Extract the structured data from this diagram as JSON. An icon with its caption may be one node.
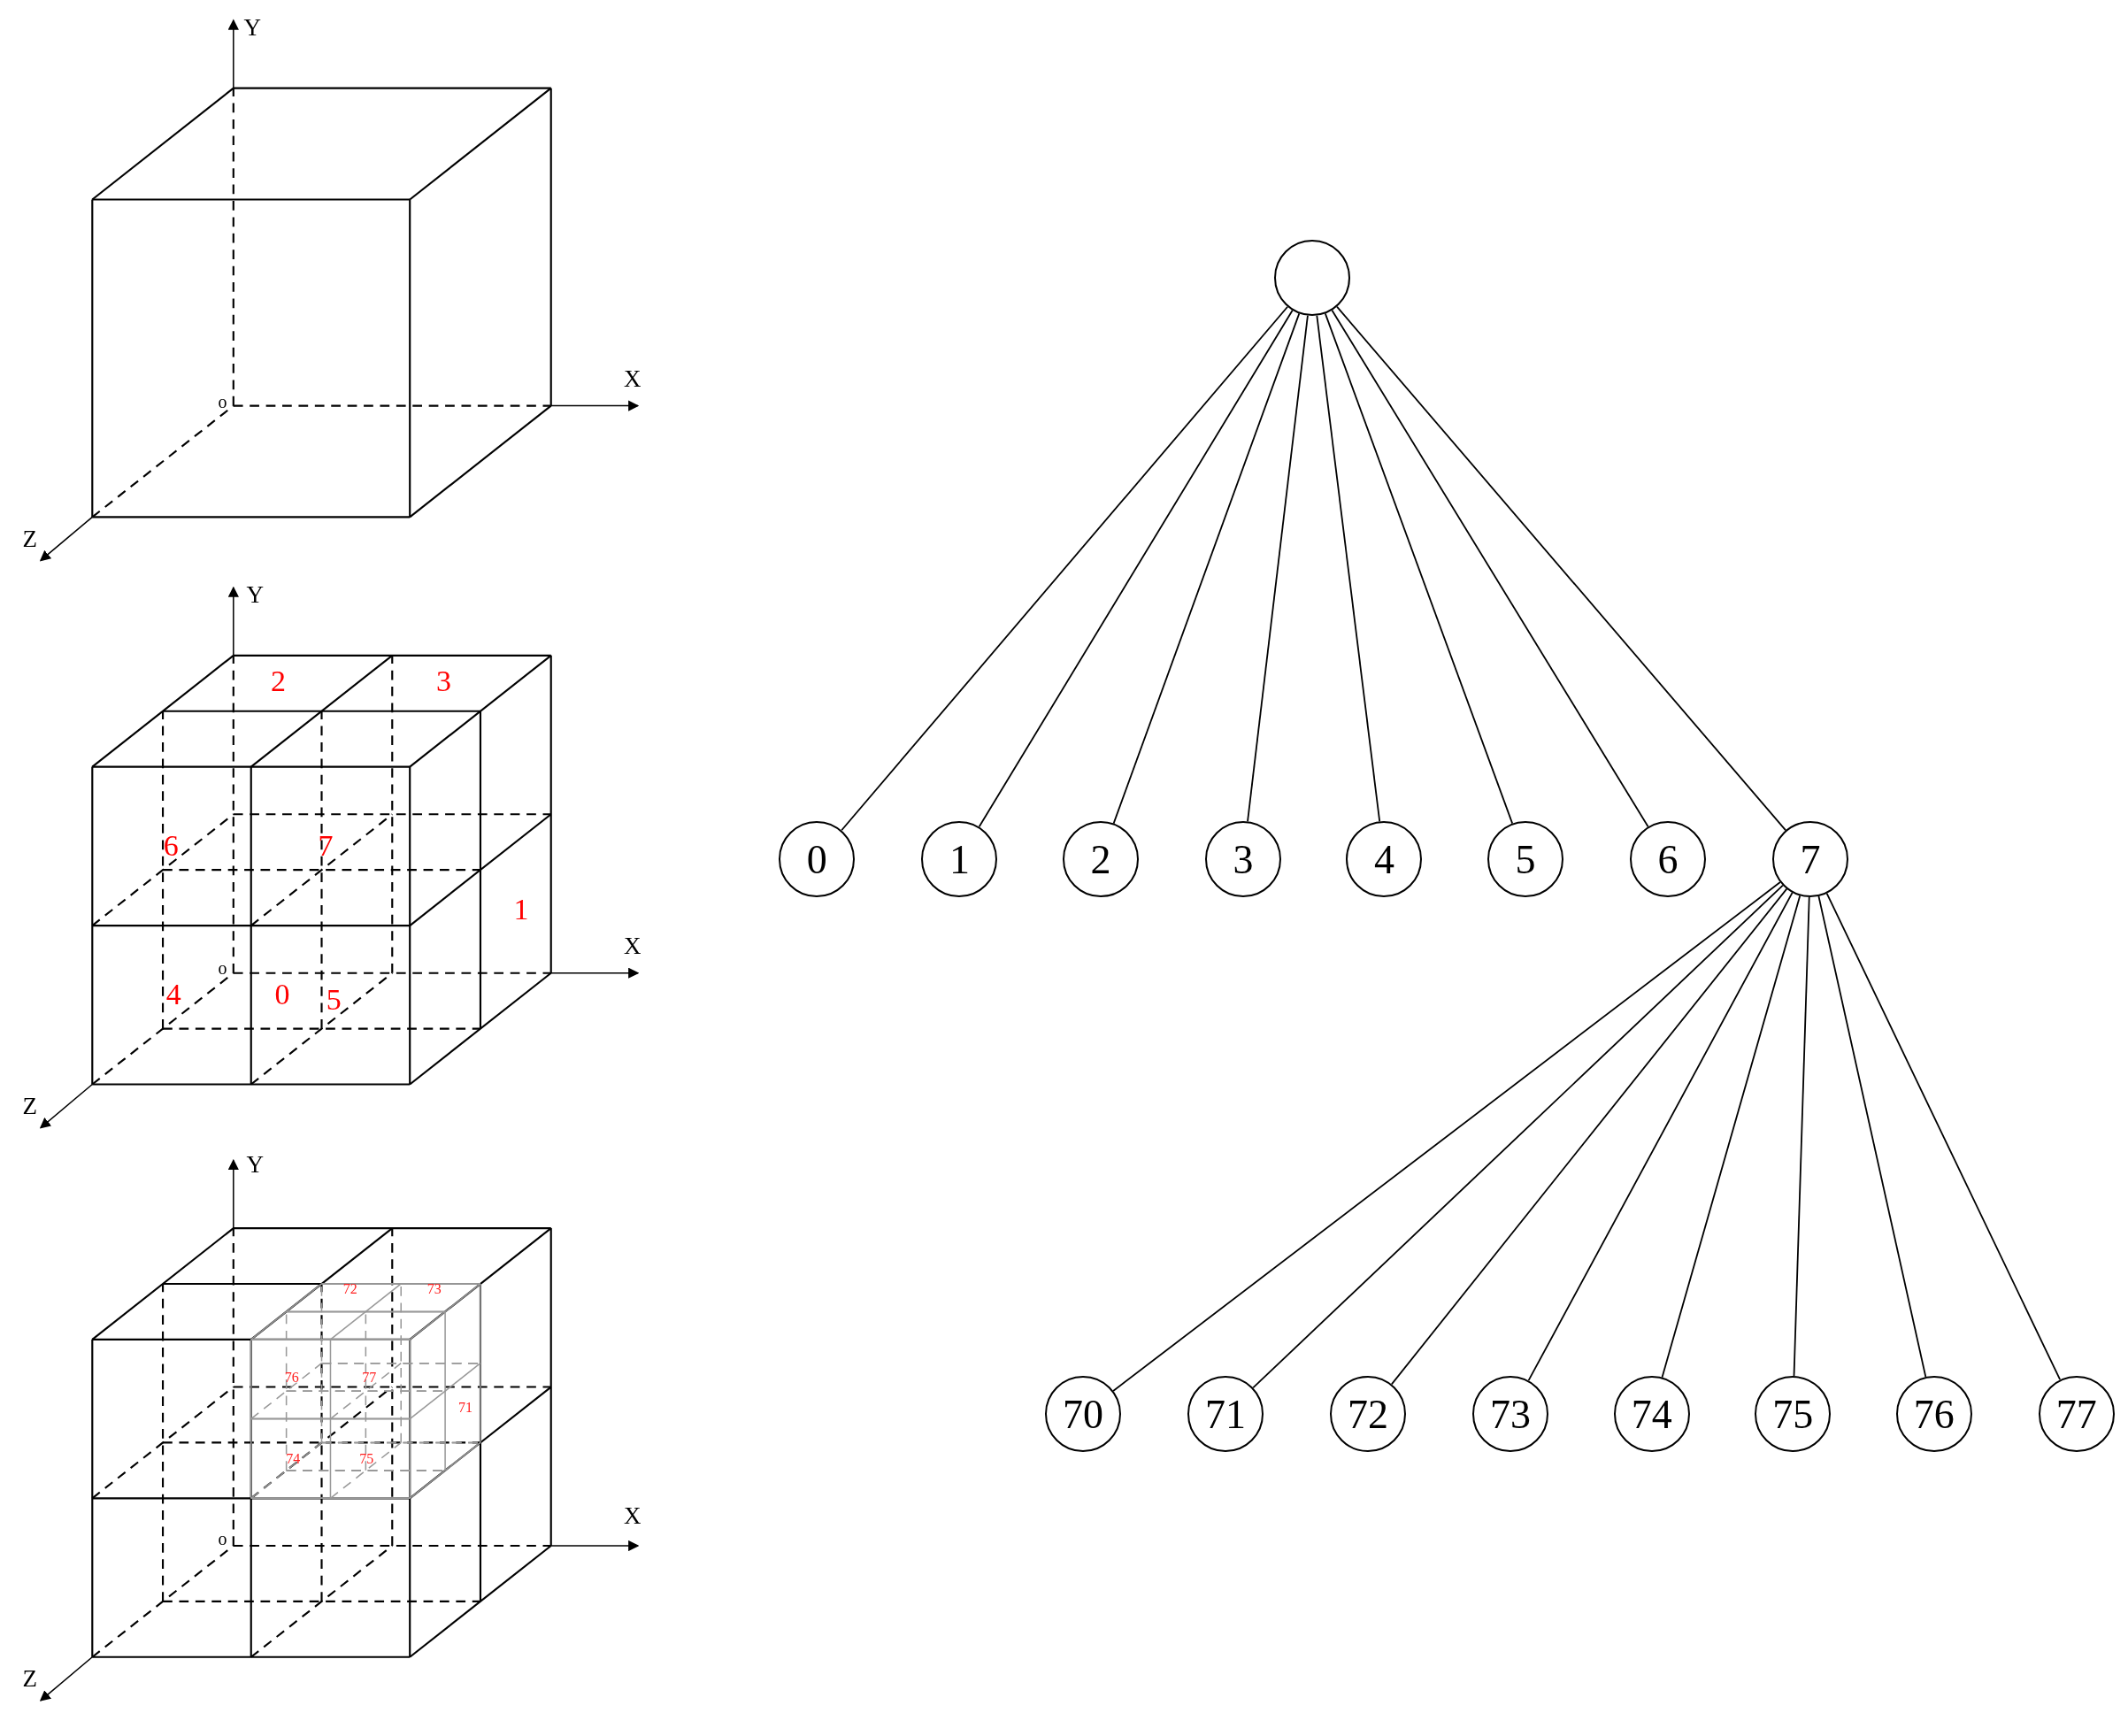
{
  "diagram": {
    "nodes": [
      {
        "text": [],
        "shape": "circle"
      },
      {
        "text": [
          "0"
        ]
      },
      {
        "text": [
          "1"
        ]
      },
      {
        "text": [
          "2"
        ]
      },
      {
        "text": [
          "3"
        ]
      },
      {
        "text": [
          "4"
        ]
      },
      {
        "text": [
          "5"
        ]
      },
      {
        "text": [
          "6"
        ]
      },
      {
        "text": [
          "7"
        ]
      },
      {
        "text": [
          "70"
        ]
      },
      {
        "text": [
          "71"
        ]
      },
      {
        "text": [
          "72"
        ]
      },
      {
        "text": [
          "73"
        ]
      },
      {
        "text": [
          "74"
        ]
      },
      {
        "text": [
          "75"
        ]
      },
      {
        "text": [
          "76"
        ]
      },
      {
        "text": [
          "77"
        ]
      }
    ],
    "edges": [
      {
        "from": 0,
        "to": 1,
        "arrow": "none"
      },
      {
        "from": 0,
        "to": 2,
        "arrow": "none"
      },
      {
        "from": 0,
        "to": 3,
        "arrow": "none"
      },
      {
        "from": 0,
        "to": 4,
        "arrow": "none"
      },
      {
        "from": 0,
        "to": 5,
        "arrow": "none"
      },
      {
        "from": 0,
        "to": 6,
        "arrow": "none"
      },
      {
        "from": 0,
        "to": 7,
        "arrow": "none"
      },
      {
        "from": 0,
        "to": 8,
        "arrow": "none"
      },
      {
        "from": 8,
        "to": 9,
        "arrow": "none"
      },
      {
        "from": 8,
        "to": 10,
        "arrow": "none"
      },
      {
        "from": 8,
        "to": 11,
        "arrow": "none"
      },
      {
        "from": 8,
        "to": 12,
        "arrow": "none"
      },
      {
        "from": 8,
        "to": 13,
        "arrow": "none"
      },
      {
        "from": 8,
        "to": 14,
        "arrow": "none"
      },
      {
        "from": 8,
        "to": 15,
        "arrow": "none"
      },
      {
        "from": 8,
        "to": 16,
        "arrow": "none"
      }
    ],
    "labels": [
      "Y",
      "X",
      "o",
      "Z",
      "Y",
      "2",
      "3",
      "6",
      "7",
      "1",
      "X",
      "o",
      "4",
      "0",
      "5",
      "Z",
      "Y",
      "72",
      "73",
      "76",
      "77",
      "71",
      "74",
      "75",
      "X",
      "o",
      "Z"
    ]
  }
}
